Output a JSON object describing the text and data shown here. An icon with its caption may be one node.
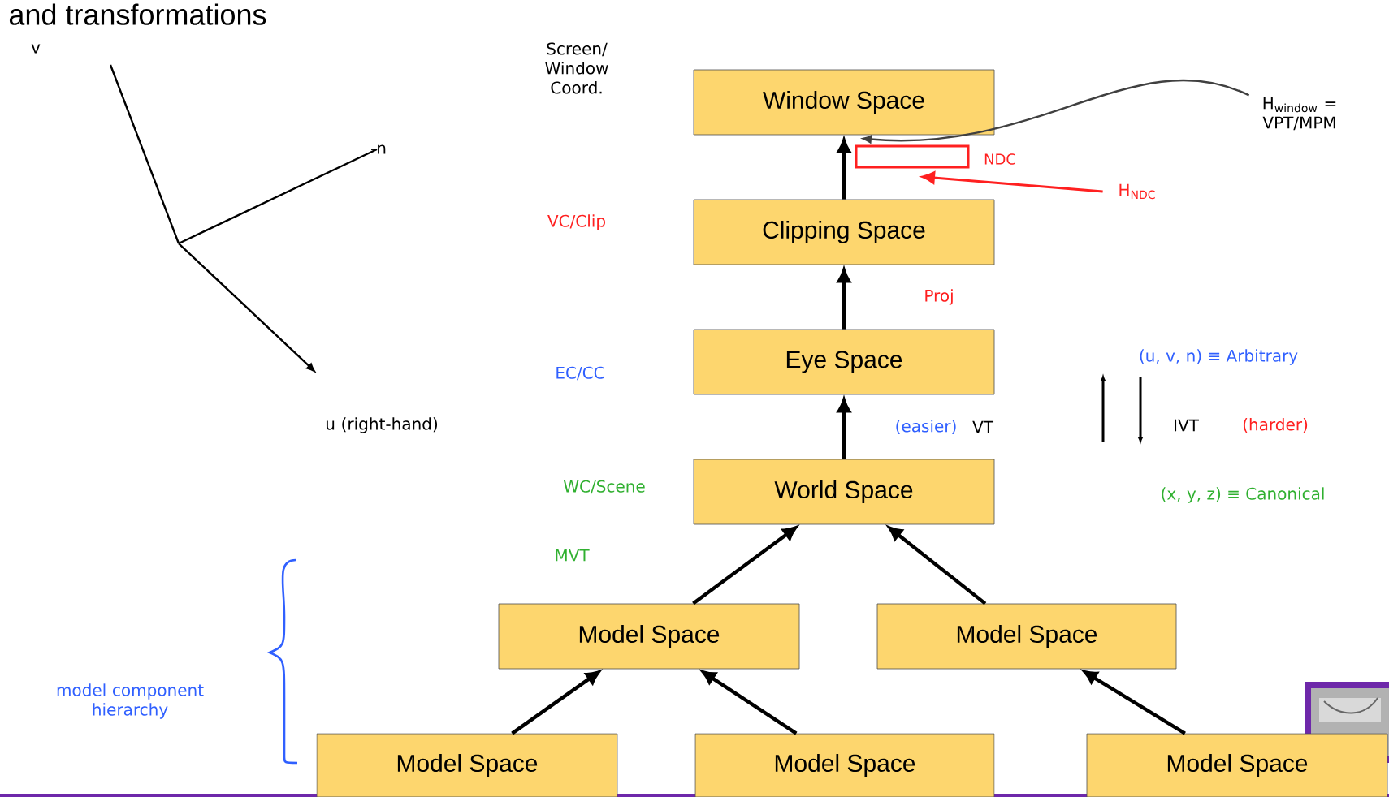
{
  "diagram": {
    "nodes": [
      {
        "text": [
          "Window Space"
        ]
      },
      {
        "text": [
          "Clipping Space"
        ]
      },
      {
        "text": [
          "Eye Space"
        ]
      },
      {
        "text": [
          "World Space"
        ]
      },
      {
        "text": [
          "Model Space"
        ]
      },
      {
        "text": [
          "Model Space"
        ]
      },
      {
        "text": [
          "Model Space"
        ]
      },
      {
        "text": [
          "Model Space"
        ]
      },
      {
        "text": [
          "Model Space"
        ]
      },
      {
        "text": [],
        "shape": "box",
        "beside": [
          "NDC"
        ]
      },
      {
        "text": [
          "H$_{window}$ = VPT/MPM"
        ]
      },
      {
        "text": [
          "H$_{NDC}$"
        ]
      }
    ],
    "edges": [
      {
        "from": 1,
        "to": 0,
        "arrow": "to"
      },
      {
        "from": 2,
        "to": 1,
        "arrow": "to"
      },
      {
        "from": 3,
        "to": 2,
        "arrow": "to"
      },
      {
        "from": 4,
        "to": 3,
        "arrow": "to"
      },
      {
        "from": 5,
        "to": 3,
        "arrow": "to"
      },
      {
        "from": 6,
        "to": 4,
        "arrow": "to"
      },
      {
        "from": 7,
        "to": 4,
        "arrow": "to"
      },
      {
        "from": 8,
        "to": 5,
        "arrow": "to"
      },
      {
        "from": 10,
        "to": 0,
        "arrow": "to",
        "color": "#404040"
      },
      {
        "from": 11,
        "to": 9,
        "arrow": "to",
        "color": "#ff2020"
      }
    ],
    "labels": [
      "and transformations",
      "v",
      "Screen/ Window Coord.",
      "-n",
      "VC/Clip",
      "Proj",
      "EC/CC",
      "(u, v, n) ≡ Arbitrary",
      "u (right-hand)",
      "(easier)",
      "VT",
      "IVT",
      "(harder)",
      "WC/Scene",
      "(x, y, z) ≡ Canonical",
      "MVT",
      "model component hierarchy"
    ]
  }
}
